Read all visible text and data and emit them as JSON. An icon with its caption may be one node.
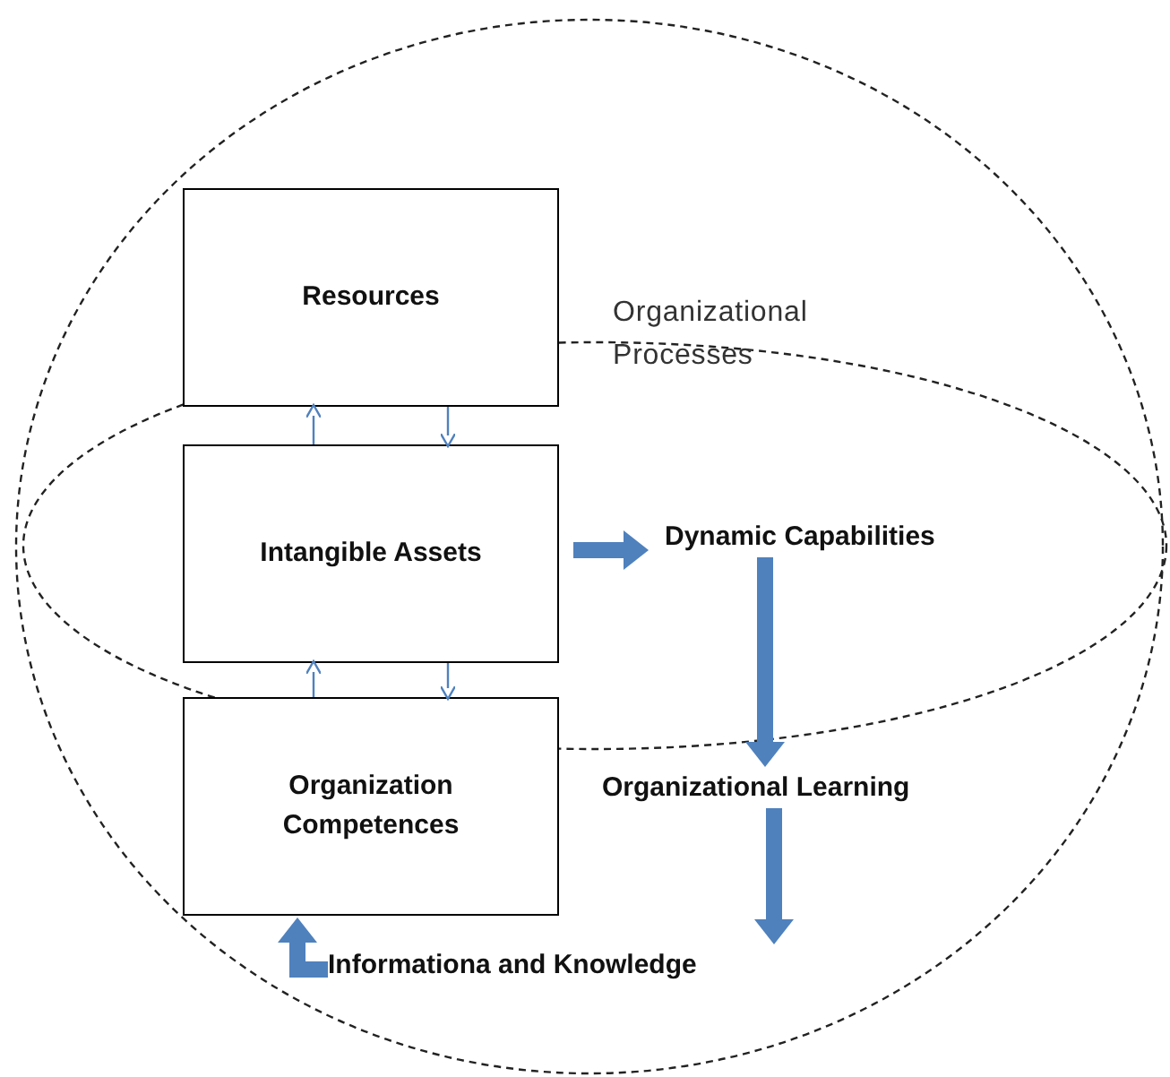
{
  "diagram": {
    "nodes": [
      {
        "text": [],
        "shape": "circle"
      },
      {
        "text": [
          "Organizational Processes"
        ],
        "in": 0
      },
      {
        "text": [
          "Resources"
        ],
        "in": 0
      },
      {
        "text": [
          "Intangible Assets"
        ],
        "in": 1
      },
      {
        "text": [
          "Organization Competences"
        ],
        "in": 0
      },
      {
        "text": [
          "Dynamic Capabilities"
        ],
        "in": 1
      },
      {
        "text": [
          "Organizational Learning"
        ],
        "in": 0
      },
      {
        "text": [
          "Informationa and Knowledge"
        ],
        "in": 0
      }
    ],
    "edges": [
      {
        "from": 3,
        "to": 2,
        "arrow": "to",
        "color": "#4f81bd"
      },
      {
        "from": 2,
        "to": 3,
        "arrow": "to",
        "color": "#4f81bd"
      },
      {
        "from": 4,
        "to": 3,
        "arrow": "to",
        "color": "#4f81bd"
      },
      {
        "from": 3,
        "to": 4,
        "arrow": "to",
        "color": "#4f81bd"
      },
      {
        "from": 3,
        "to": 5,
        "arrow": "to",
        "style": "thick",
        "color": "#4f81bd"
      },
      {
        "from": 5,
        "to": 6,
        "arrow": "to",
        "style": "thick",
        "color": "#4f81bd"
      },
      {
        "from": 6,
        "to": 7,
        "arrow": "to",
        "style": "thick",
        "color": "#4f81bd"
      },
      {
        "from": 7,
        "to": 4,
        "arrow": "to",
        "style": "thick",
        "color": "#4f81bd"
      }
    ]
  }
}
